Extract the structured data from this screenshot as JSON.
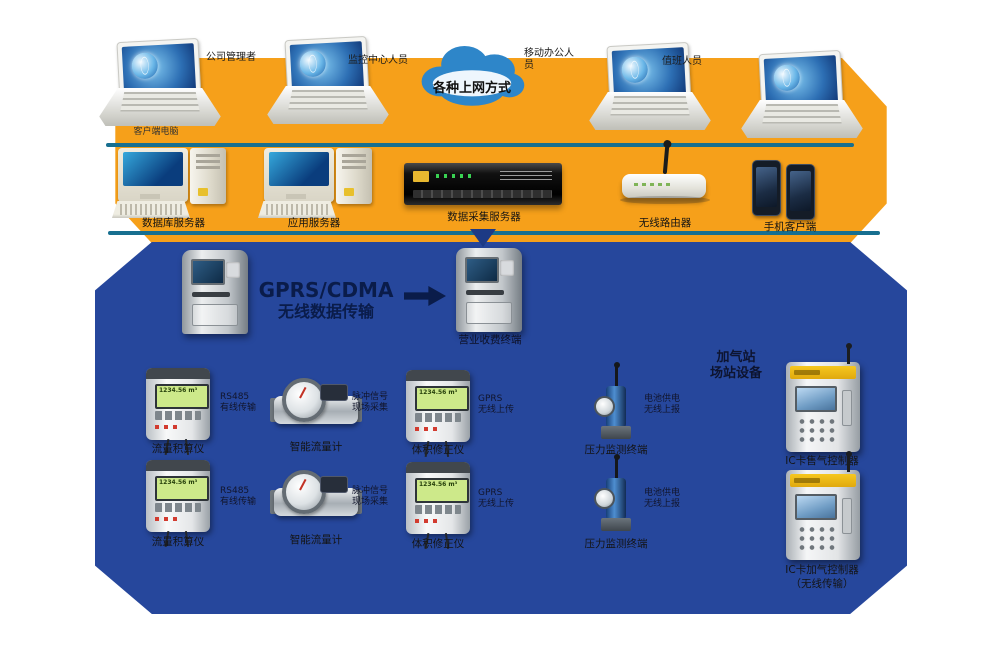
{
  "cloud_label": "各种上网方式",
  "top": {
    "ann1": "公司管理者",
    "ann2": "监控中心人员",
    "ann3": "移动办公人员",
    "ann4": "值班人员",
    "laptop_caption": "客户端电脑"
  },
  "servers": {
    "pc1": "数据库服务器",
    "pc2": "应用服务器",
    "rack": "数据采集服务器",
    "router": "无线路由器",
    "phones": "手机客户端"
  },
  "field": {
    "gprs_line1": "GPRS/CDMA",
    "gprs_line2": "无线数据传输",
    "kiosk2_label": "营业收费终端",
    "right_header1": "加气站",
    "right_header2": "场站设备",
    "cab1_label": "IC卡售气控制器",
    "cab2_label": "IC卡加气控制器",
    "cab2_sub": "（无线传输）",
    "lcd_text": "1234.56 m³",
    "row1": [
      {
        "name": "流量积算仪",
        "note1": "RS485",
        "note2": "有线传输"
      },
      {
        "name": "智能流量计",
        "note1": "脉冲信号",
        "note2": "现场采集"
      },
      {
        "name": "体积修正仪",
        "note1": "GPRS",
        "note2": "无线上传"
      },
      {
        "name": "压力监测终端",
        "note1": "电池供电",
        "note2": "无线上报"
      }
    ],
    "row2": [
      {
        "name": "流量积算仪",
        "note1": "RS485",
        "note2": "有线传输"
      },
      {
        "name": "智能流量计",
        "note1": "脉冲信号",
        "note2": "现场采集"
      },
      {
        "name": "体积修正仪",
        "note1": "GPRS",
        "note2": "无线上传"
      },
      {
        "name": "压力监测终端",
        "note1": "电池供电",
        "note2": "无线上报"
      }
    ]
  },
  "colors": {
    "orange": "#f6a01a",
    "navy": "#26479c",
    "teal": "#176f90",
    "cloud_blue": "#2e86c9"
  }
}
